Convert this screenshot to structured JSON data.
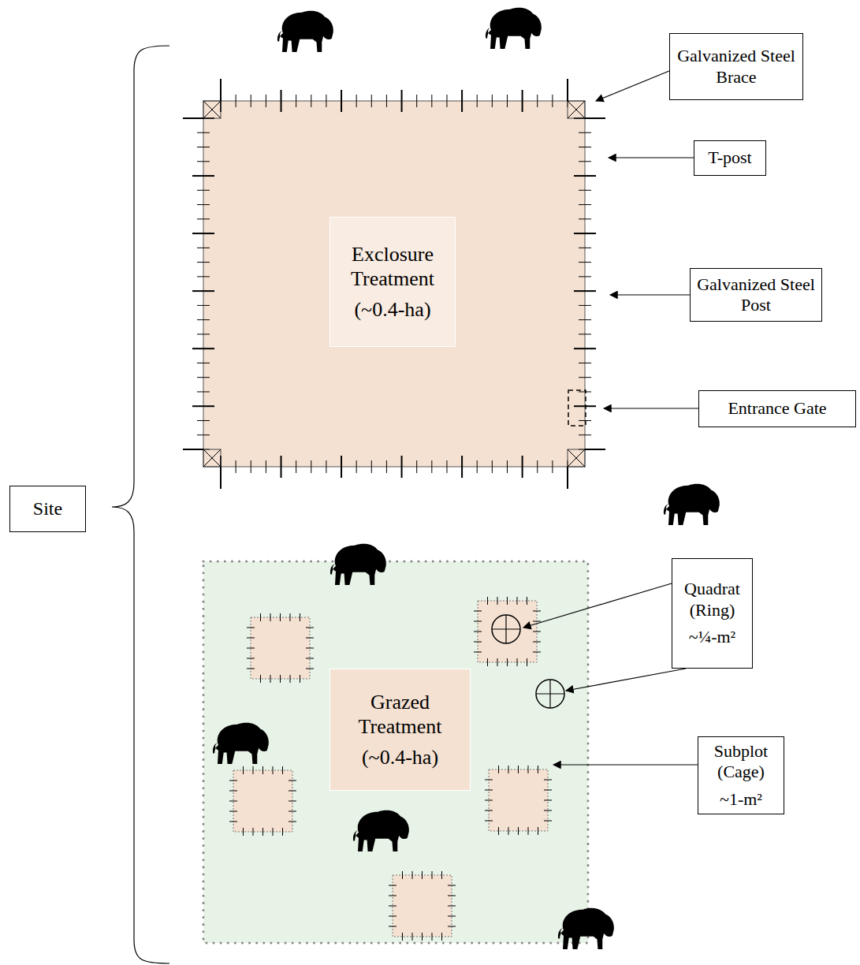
{
  "diagram": {
    "nodes": [
      {
        "text": [
          "Galvanized Steel Brace"
        ]
      },
      {
        "text": [
          "T-post"
        ]
      },
      {
        "text": [
          "Exclosure Treatment",
          "(~0.4-ha)"
        ]
      },
      {
        "text": [
          "Galvanized Steel Post"
        ]
      },
      {
        "text": [
          "Entrance Gate"
        ]
      },
      {
        "text": [
          "Site"
        ]
      },
      {
        "text": [
          "Quadrat (Ring)",
          "~¼-m²"
        ]
      },
      {
        "text": [
          "Grazed Treatment",
          "(~0.4-ha)"
        ]
      },
      {
        "text": [
          "Subplot (Cage)",
          "~1-m²"
        ]
      }
    ]
  }
}
